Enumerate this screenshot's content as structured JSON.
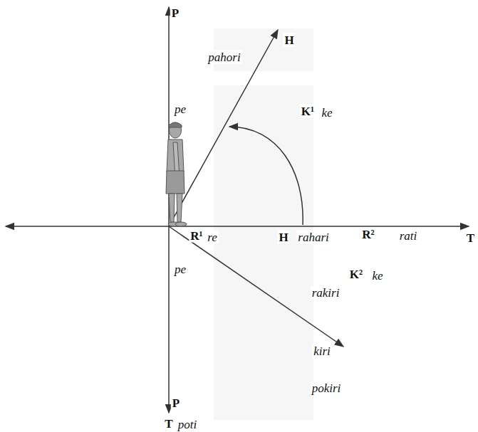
{
  "diagram": {
    "labels": [
      "P",
      "H",
      "pahori",
      "pe",
      "K¹",
      "ke",
      "H",
      "rahari",
      "R¹",
      "re",
      "R²",
      "rati",
      "T",
      "pe",
      "K²",
      "ke",
      "rakiri",
      "kiri",
      "P",
      "pokiri",
      "T",
      "poti"
    ]
  }
}
